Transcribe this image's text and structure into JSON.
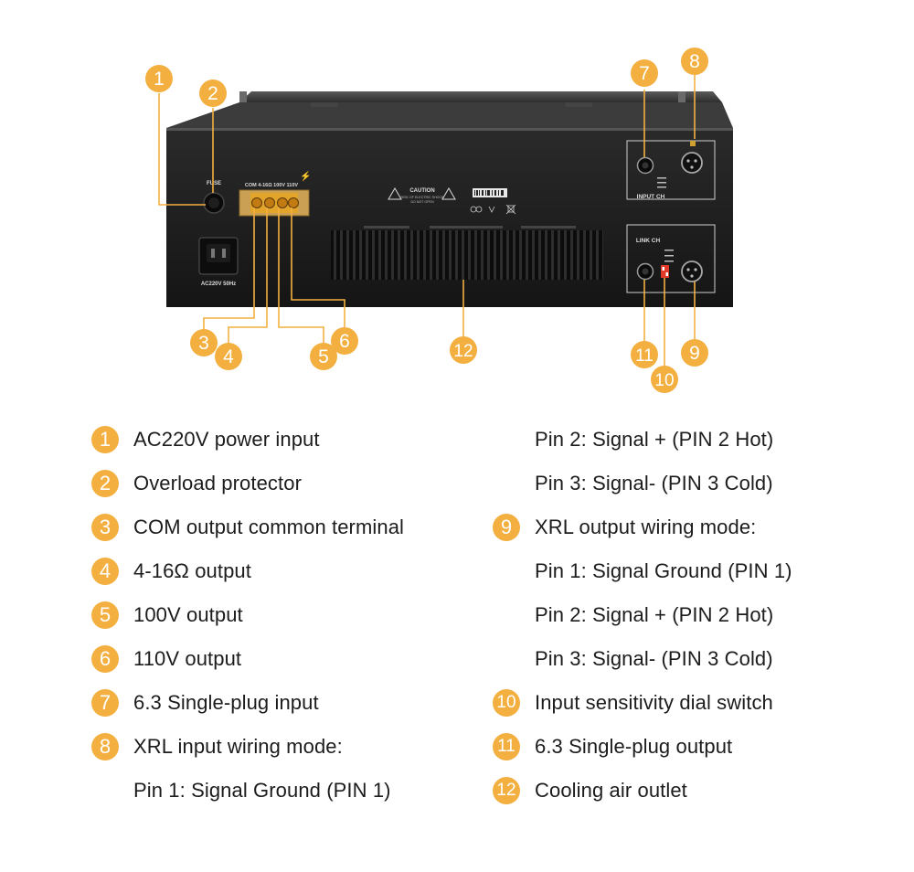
{
  "panel": {
    "fuse_label": "FUSE",
    "power_label": "AC220V 50Hz",
    "terminal_label": "COM 4-16Ω 100V 110V",
    "caution_title": "CAUTION",
    "caution_line1": "RISK OF ELECTRIC SHOCK",
    "caution_line2": "DO NOT OPEN",
    "input_label": "INPUT CH",
    "link_label": "LINK CH"
  },
  "callouts": [
    "1",
    "2",
    "3",
    "4",
    "5",
    "6",
    "7",
    "8",
    "9",
    "10",
    "11",
    "12"
  ],
  "legend_left": [
    {
      "badge": "1",
      "text": "AC220V power input"
    },
    {
      "badge": "2",
      "text": "Overload protector"
    },
    {
      "badge": "3",
      "text": "COM output common terminal"
    },
    {
      "badge": "4",
      "text": "4-16Ω output"
    },
    {
      "badge": "5",
      "text": "100V output"
    },
    {
      "badge": "6",
      "text": "110V output"
    },
    {
      "badge": "7",
      "text": "6.3 Single-plug input"
    },
    {
      "badge": "8",
      "text": "XRL input wiring mode:"
    },
    {
      "badge": "",
      "text": "Pin 1: Signal Ground (PIN 1)"
    }
  ],
  "legend_right": [
    {
      "badge": "",
      "text": "Pin 2: Signal + (PIN 2 Hot)"
    },
    {
      "badge": "",
      "text": "Pin 3: Signal- (PIN 3 Cold)"
    },
    {
      "badge": "9",
      "text": "XRL output wiring mode:"
    },
    {
      "badge": "",
      "text": "Pin 1: Signal Ground (PIN 1)"
    },
    {
      "badge": "",
      "text": "Pin 2: Signal + (PIN 2 Hot)"
    },
    {
      "badge": "",
      "text": "Pin 3: Signal- (PIN 3 Cold)"
    },
    {
      "badge": "10",
      "text": "Input sensitivity dial switch"
    },
    {
      "badge": "11",
      "text": "6.3 Single-plug output"
    },
    {
      "badge": "12",
      "text": "Cooling air outlet"
    }
  ],
  "colors": {
    "accent": "#f3b040",
    "panel": "#1c1c1c",
    "text": "#1a1a1a"
  }
}
